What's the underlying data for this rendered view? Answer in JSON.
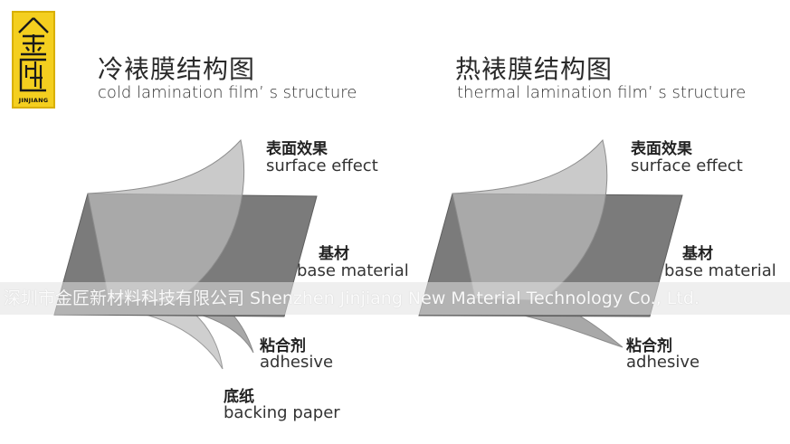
{
  "logo": {
    "text": "JINJIANG",
    "colors": {
      "background": "#f4cf1f",
      "mark": "#1a1a1a"
    }
  },
  "left": {
    "title_zh": "冷裱膜结构图",
    "title_en": "cold lamination film’ s structure",
    "labels": {
      "surface_zh": "表面效果",
      "surface_en": "surface effect",
      "base_zh": "基材",
      "base_en": "base material",
      "adhesive_zh": "粘合剂",
      "adhesive_en": "adhesive",
      "backing_zh": "底纸",
      "backing_en": "backing paper"
    }
  },
  "right": {
    "title_zh": "热裱膜结构图",
    "title_en": "thermal lamination film’ s structure",
    "labels": {
      "surface_zh": "表面效果",
      "surface_en": "surface effect",
      "base_zh": "基材",
      "base_en": "base material",
      "adhesive_zh": "粘合剂",
      "adhesive_en": "adhesive"
    }
  },
  "watermark": "深圳市金匠新材料科技有限公司 Shenzhen Jinjiang New Material Technology Co., Ltd.",
  "colors": {
    "base_layer": "#7a7a7a",
    "surface_layer": "#b5b5b5",
    "adhesive_layer": "#a0a0a0",
    "backing_layer": "#c8c8c8"
  }
}
